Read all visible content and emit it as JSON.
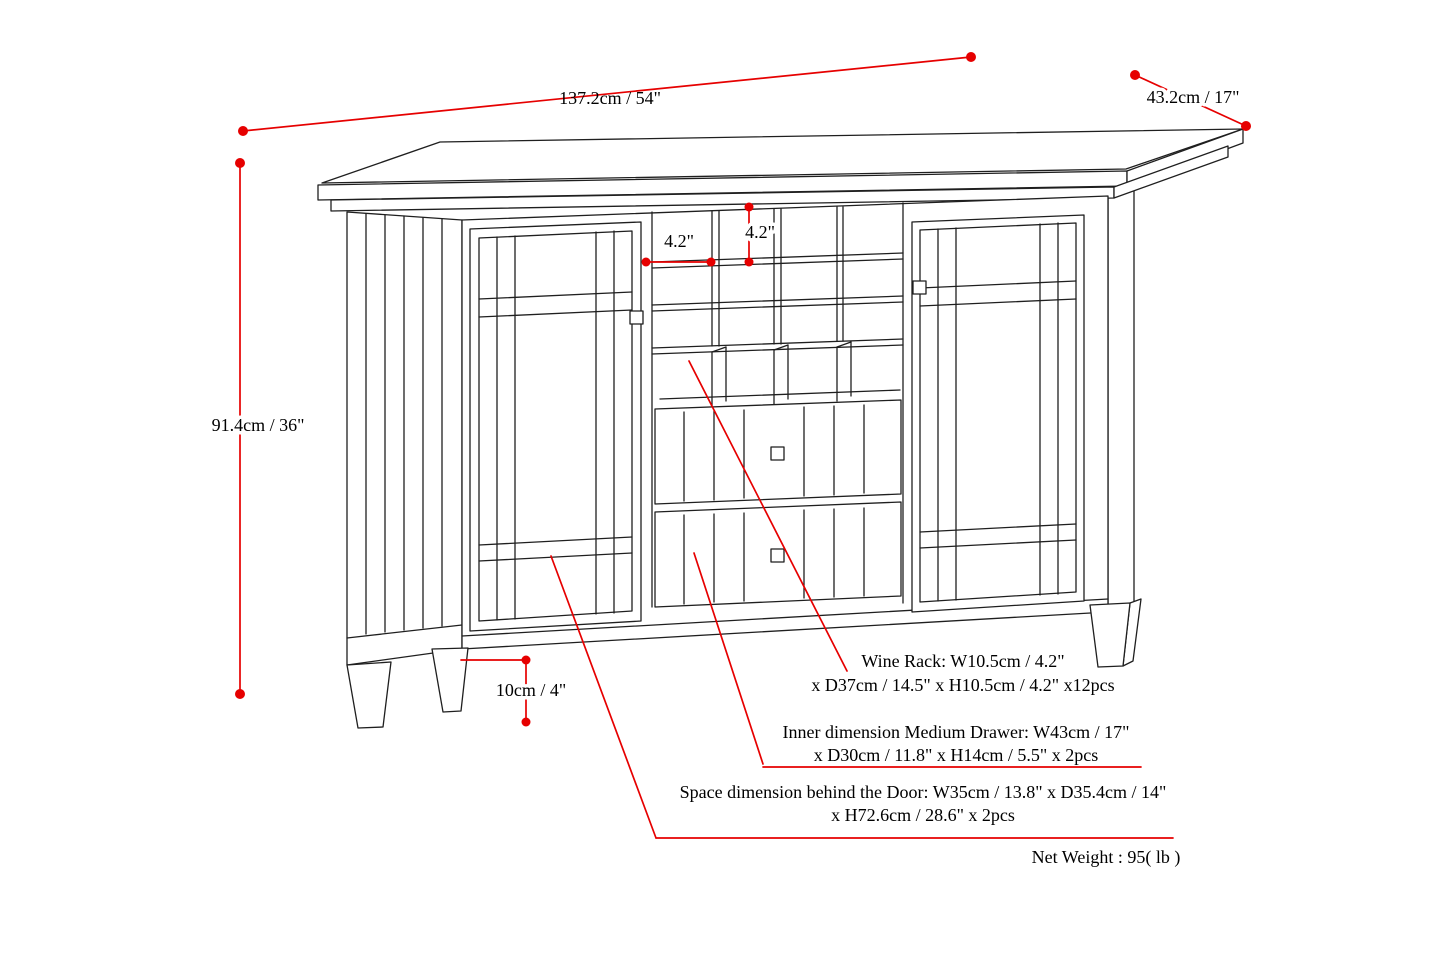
{
  "page": {
    "background": "#ffffff"
  },
  "colors": {
    "dimension_red": "#e60000",
    "line_black": "#1f1f1f"
  },
  "dimensions": {
    "width": "137.2cm / 54\"",
    "depth": "43.2cm / 17\"",
    "height": "91.4cm / 36\"",
    "wine_cell_width": "4.2\"",
    "wine_cell_height": "4.2\"",
    "leg_height": "10cm / 4\""
  },
  "callouts": {
    "wine_rack": {
      "line1": "Wine Rack: W10.5cm / 4.2\"",
      "line2": "x D37cm / 14.5\" x H10.5cm / 4.2\" x12pcs"
    },
    "medium_drawer": {
      "line1": "Inner dimension Medium Drawer: W43cm / 17\"",
      "line2": "x D30cm / 11.8\" x H14cm / 5.5\" x 2pcs"
    },
    "door_space": {
      "line1": "Space dimension behind the Door:  W35cm / 13.8\" x D35.4cm / 14\"",
      "line2": "x H72.6cm / 28.6\" x 2pcs"
    }
  },
  "footer": {
    "net_weight": "Net Weight : 95( lb )"
  }
}
